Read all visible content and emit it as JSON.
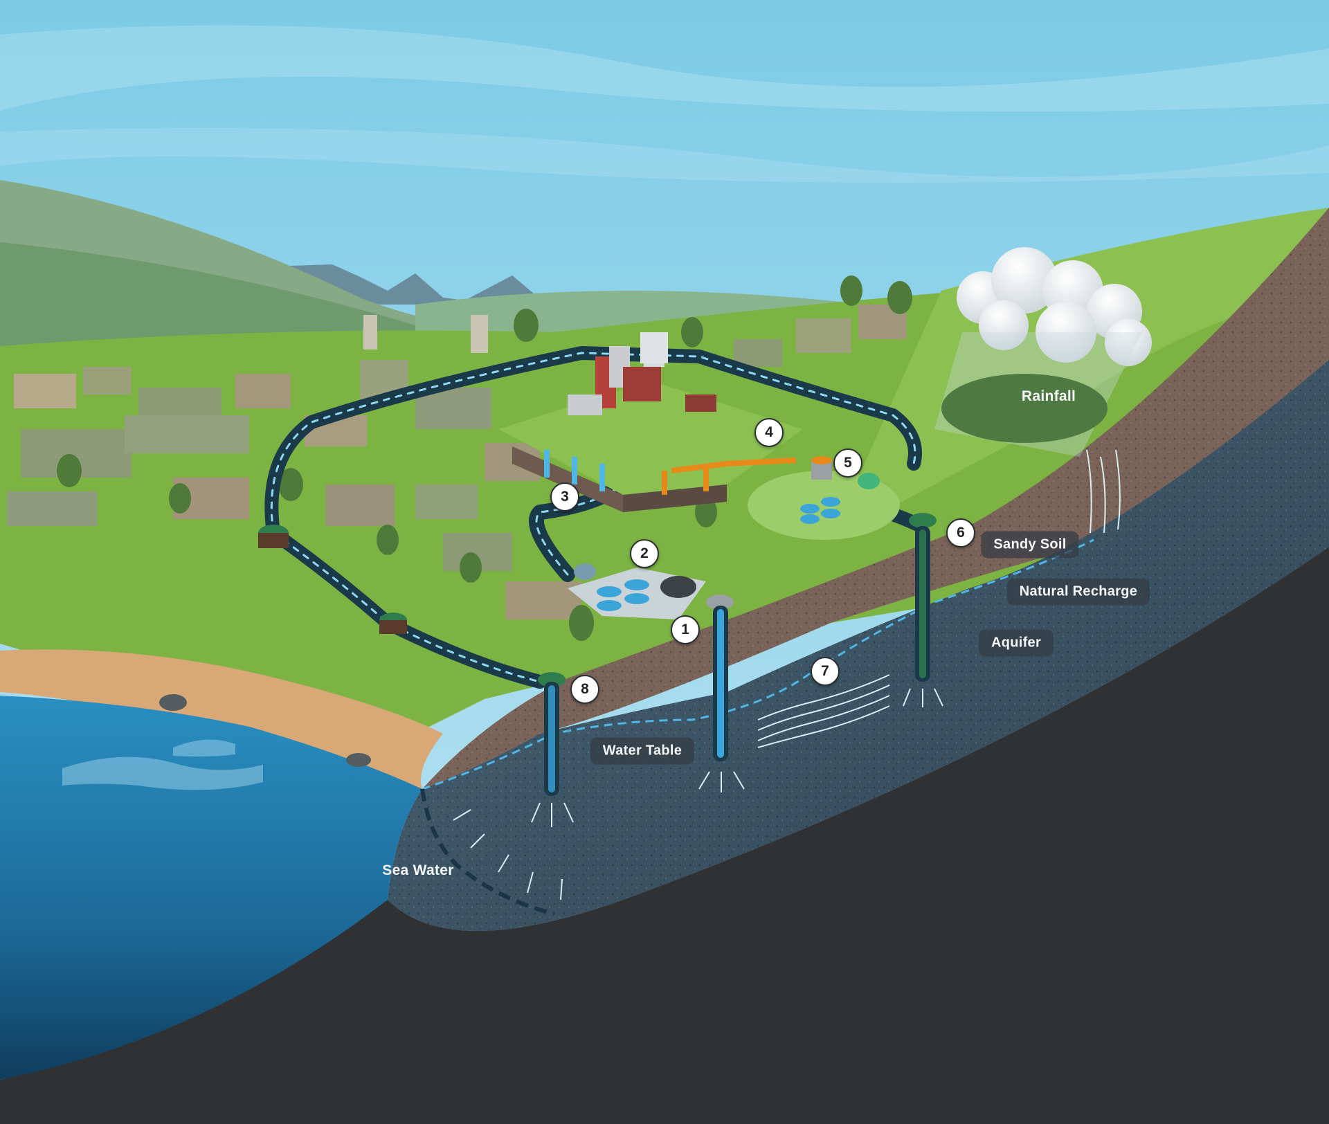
{
  "labels": {
    "rainfall": "Rainfall",
    "sandy_soil": "Sandy Soil",
    "natural_recharge": "Natural Recharge",
    "aquifer": "Aquifer",
    "water_table": "Water Table",
    "sea_water": "Sea Water"
  },
  "steps": [
    "1",
    "2",
    "3",
    "4",
    "5",
    "6",
    "7",
    "8"
  ],
  "colors": {
    "sky": "#8fd3ea",
    "grass": "#7cb342",
    "sand": "#d9a877",
    "soil": "#7a6358",
    "aquifer": "#3b5566",
    "bedrock": "#2f3133",
    "sea": "#1f78a8",
    "pipe": "#1a3a4a",
    "pipe_flow": "#8ed8f2",
    "wastewater": "#e88a1a"
  }
}
